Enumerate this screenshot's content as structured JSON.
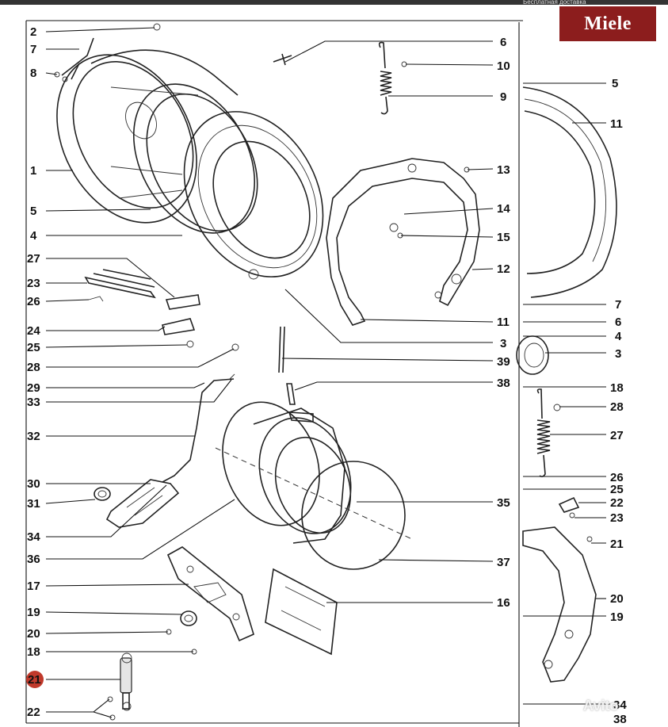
{
  "header": {
    "banner_text": "Бесплатная доставка",
    "brand_logo_text": "Miele"
  },
  "watermark": "Avito",
  "left_labels": [
    "2",
    "7",
    "8",
    "1",
    "5",
    "4",
    "27",
    "23",
    "26",
    "24",
    "25",
    "28",
    "29",
    "33",
    "32",
    "30",
    "31",
    "34",
    "36",
    "17",
    "19",
    "20",
    "18",
    "21",
    "22"
  ],
  "middle_labels": [
    "6",
    "10",
    "9",
    "13",
    "14",
    "15",
    "12",
    "11",
    "3",
    "39",
    "38",
    "35",
    "16",
    "37"
  ],
  "right_labels": [
    "5",
    "11",
    "7",
    "6",
    "4",
    "3",
    "18",
    "28",
    "27",
    "26",
    "25",
    "22",
    "23",
    "21",
    "20",
    "19",
    "34",
    "38"
  ],
  "highlighted_label": "21",
  "colors": {
    "highlight": "#c0392b",
    "logo_bg": "#8c1d1d",
    "line": "#111111"
  }
}
